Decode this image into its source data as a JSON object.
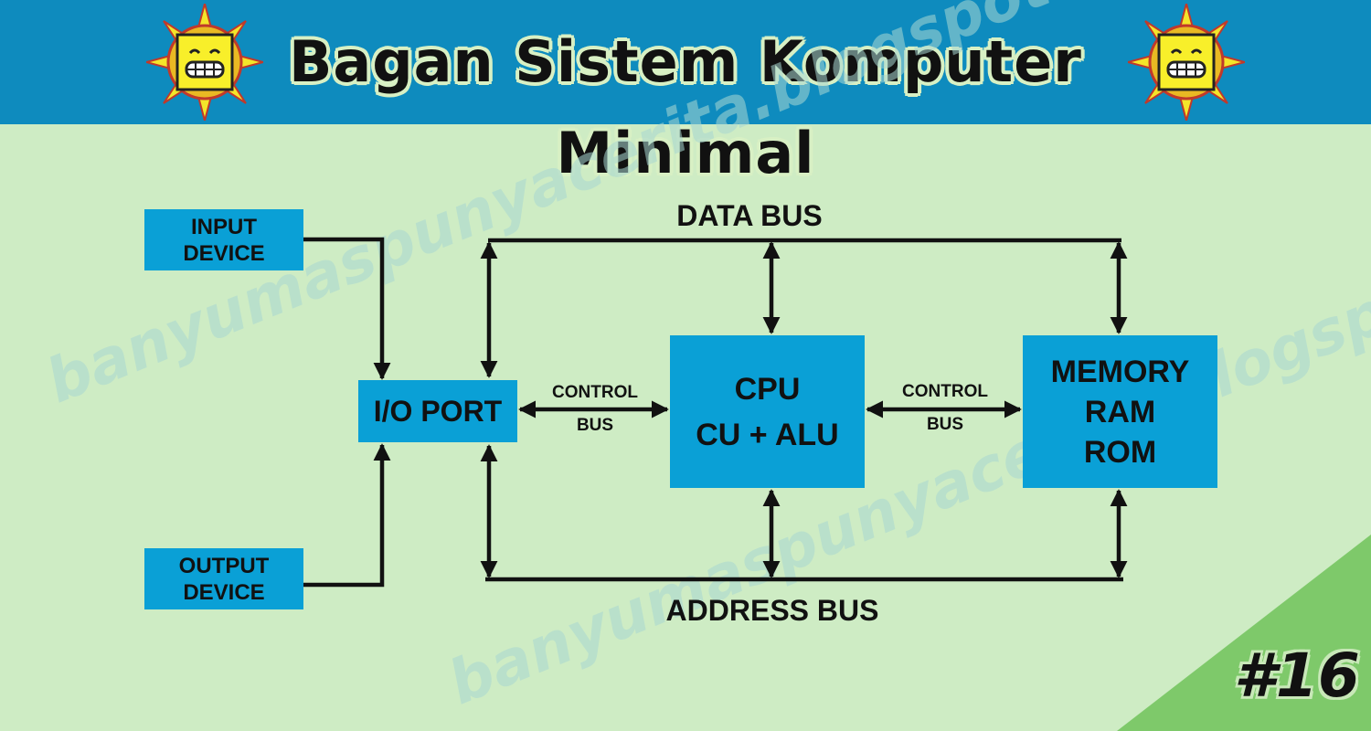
{
  "header": {
    "title": "Bagan Sistem Komputer Minimal",
    "background": "#0e8bbe",
    "icons": [
      "sun-face-icon",
      "sun-face-icon"
    ]
  },
  "watermark": "banyumaspunyacerita.blogspot.com",
  "episode": "#16",
  "diagram": {
    "nodes": {
      "input_device": [
        "INPUT",
        "DEVICE"
      ],
      "output_device": [
        "OUTPUT",
        "DEVICE"
      ],
      "io_port": "I/O PORT",
      "cpu": [
        "CPU",
        "CU + ALU"
      ],
      "memory": [
        "MEMORY",
        "RAM",
        "ROM"
      ]
    },
    "buses": {
      "data": "DATA BUS",
      "address": "ADDRESS BUS",
      "control_left": [
        "CONTROL",
        "BUS"
      ],
      "control_right": [
        "CONTROL",
        "BUS"
      ]
    },
    "colors": {
      "box": "#0aa0d6",
      "background": "#ceecc4",
      "corner": "#7ec96a",
      "line": "#111111"
    }
  }
}
